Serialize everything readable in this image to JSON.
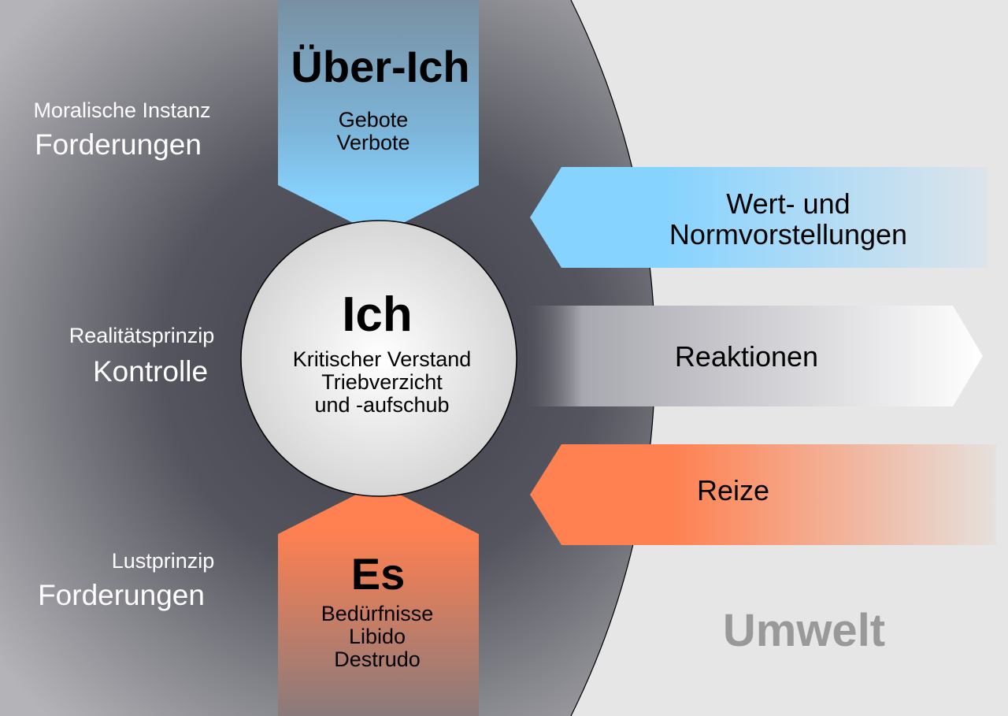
{
  "superego": {
    "title": "Über-Ich",
    "line1": "Gebote",
    "line2": "Verbote"
  },
  "ego": {
    "title": "Ich",
    "line1": "Kritischer Verstand",
    "line2": "Triebverzicht",
    "line3": "und -aufschub"
  },
  "id": {
    "title": "Es",
    "line1": "Bedürfnisse",
    "line2": "Libido",
    "line3": "Destrudo"
  },
  "left_labels": [
    {
      "small": "Moralische Instanz",
      "big": "Forderungen"
    },
    {
      "small": "Realitätsprinzip",
      "big": "Kontrolle"
    },
    {
      "small": "Lustprinzip",
      "big": "Forderungen"
    }
  ],
  "right_arrows": {
    "values": {
      "line1": "Wert- und",
      "line2": "Normvorstellungen"
    },
    "reactions": "Reaktionen",
    "stimuli": "Reize"
  },
  "environment": "Umwelt",
  "colors": {
    "blue": "#87d3ff",
    "orange": "#ff8050",
    "dark": "#4a4a55",
    "background": "#e6e6e6"
  }
}
